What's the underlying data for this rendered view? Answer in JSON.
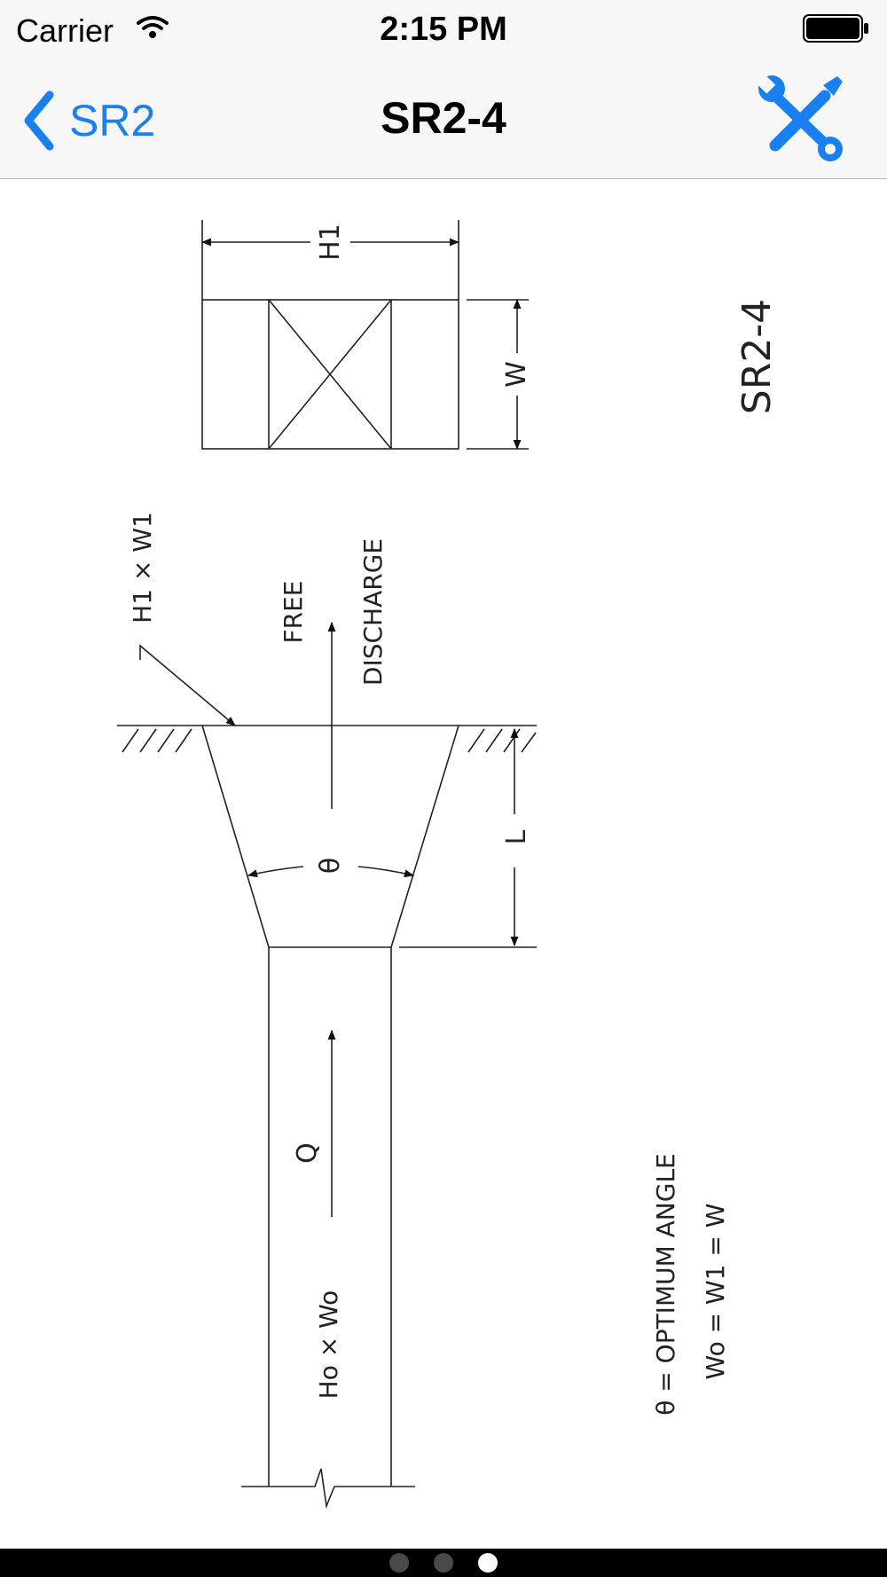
{
  "status_bar": {
    "carrier": "Carrier",
    "time": "2:15 PM",
    "icons": [
      "wifi-icon",
      "battery-icon"
    ]
  },
  "nav_bar": {
    "back_label": "SR2",
    "title": "SR2-4",
    "back_icon": "chevron-left-icon",
    "tools_icon": "wrench-screwdriver-icon",
    "accent_color": "#1a7ff0"
  },
  "drawing": {
    "fitting_id": "SR2-4",
    "outlet_label": "H1 × W1",
    "inlet_label": "Ho × Wo",
    "free_label": "FREE",
    "discharge_label": "DISCHARGE",
    "flow_label": "Q",
    "angle_label": "θ",
    "length_label": "L",
    "width_label": "W",
    "height_label": "H1",
    "note_angle": "θ = OPTIMUM ANGLE",
    "note_width": "Wo = W1 = W"
  },
  "page_control": {
    "pages": 3,
    "current": 3
  }
}
